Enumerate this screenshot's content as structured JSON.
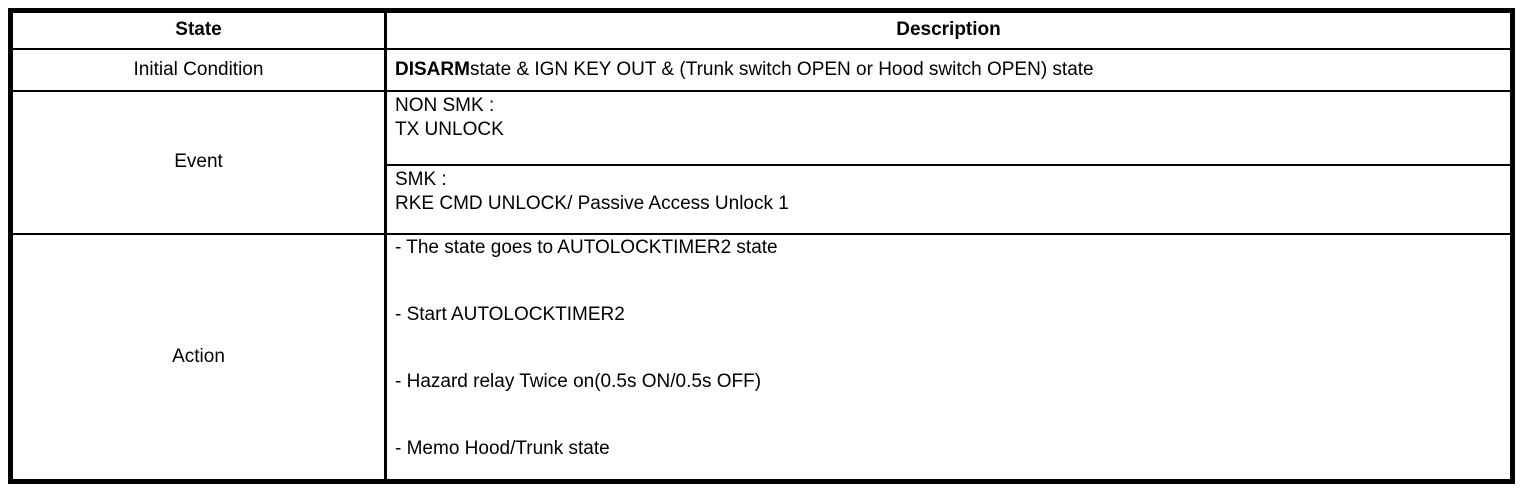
{
  "table": {
    "headers": {
      "state": "State",
      "description": "Description"
    },
    "rows": {
      "initial_condition": {
        "label": "Initial Condition",
        "description_bold_prefix": "DISARM",
        "description_rest": "state & IGN KEY OUT & (Trunk switch OPEN or Hood switch OPEN) state"
      },
      "event": {
        "label": "Event",
        "non_smk": {
          "line1": "NON SMK :",
          "line2": "TX UNLOCK"
        },
        "smk": {
          "line1": "SMK :",
          "line2": "RKE CMD UNLOCK/ Passive Access Unlock 1"
        }
      },
      "action": {
        "label": "Action",
        "items": [
          "- The state goes to AUTOLOCKTIMER2 state",
          "- Start AUTOLOCKTIMER2",
          "- Hazard relay Twice on(0.5s ON/0.5s OFF)",
          "- Memo Hood/Trunk state"
        ]
      }
    }
  },
  "colors": {
    "border": "#000000",
    "background": "#ffffff",
    "text": "#000000"
  }
}
